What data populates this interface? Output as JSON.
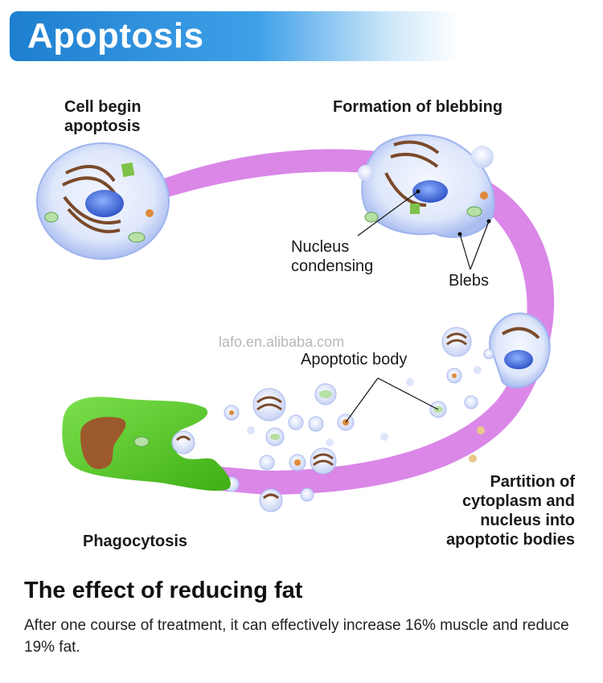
{
  "banner": {
    "title": "Apoptosis"
  },
  "diagram": {
    "labels": {
      "cell_begin": "Cell begin\napoptosis",
      "blebbing": "Formation of blebbing",
      "nucleus_condensing": "Nucleus\ncondensing",
      "blebs": "Blebs",
      "apoptotic_body": "Apoptotic body",
      "partition": "Partition of\ncytoplasm and\nnucleus into\napoptotic bodies",
      "phagocytosis": "Phagocytosis"
    },
    "watermark": "lafo.en.alibaba.com",
    "colors": {
      "arc": "#d67ae6",
      "cell": "#c9d6f5",
      "nucleus": "#4a6fd8",
      "phagocyte": "#52c41a",
      "phago_nucleus": "#9c5a2c"
    }
  },
  "effect": {
    "heading": "The effect of reducing fat",
    "description": "After one course of treatment, it can effectively increase 16% muscle and reduce 19% fat."
  }
}
